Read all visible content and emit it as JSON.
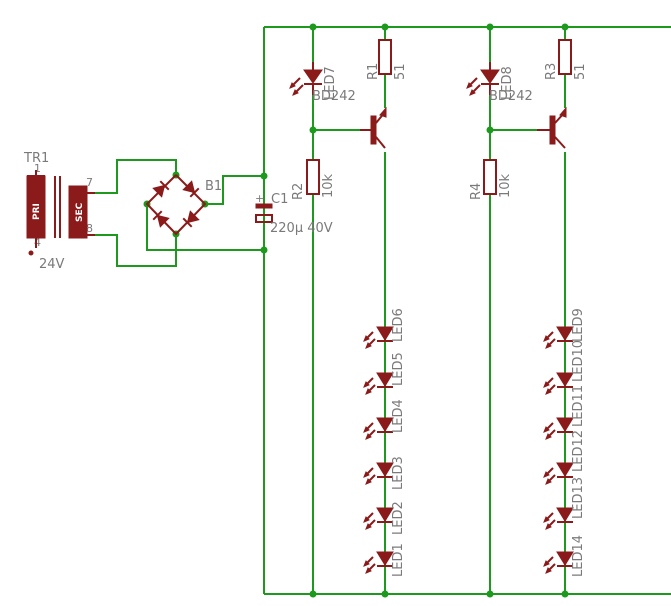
{
  "transformer": {
    "name": "TR1",
    "pins": [
      "1",
      "4",
      "7",
      "8"
    ],
    "primary_label": "PRI",
    "secondary_label": "SEC",
    "value": "24V"
  },
  "bridge": {
    "name": "B1"
  },
  "capacitor": {
    "name": "C1",
    "value": "220µ 40V"
  },
  "branch_left": {
    "led_indicator": {
      "name": "LED7",
      "value": "BD242"
    },
    "resistor_top": {
      "name": "R1",
      "value": "51"
    },
    "resistor_base": {
      "name": "R2",
      "value": "10k"
    },
    "leds": [
      "LED6",
      "LED5",
      "LED4",
      "LED3",
      "LED2",
      "LED1"
    ]
  },
  "branch_right": {
    "led_indicator": {
      "name": "LED8",
      "value": "BD242"
    },
    "resistor_top": {
      "name": "R3",
      "value": "51"
    },
    "resistor_base": {
      "name": "R4",
      "value": "10k"
    },
    "leds": [
      "LED9",
      "LED10",
      "LED11",
      "LED12",
      "LED13",
      "LED14"
    ]
  },
  "colors": {
    "wire": "#1d9a1d",
    "part": "#8b1a1a",
    "label": "#7a7a7a"
  }
}
